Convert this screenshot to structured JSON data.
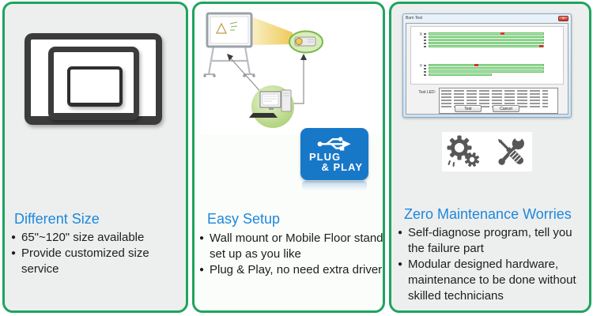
{
  "bullet_char": "●",
  "colors": {
    "panel_border": "#1ea45e",
    "heading_blue": "#1e87dc",
    "body_text": "#1d1d1d",
    "badge_blue": "#1878c8",
    "led_bar_green": "#9de49d",
    "icon_gray": "#575757"
  },
  "panels": [
    {
      "heading": "Different Size",
      "bullets": [
        "65\"~120\" size available",
        "Provide customized size service"
      ]
    },
    {
      "heading": "Easy Setup",
      "bullets": [
        "Wall mount or Mobile Floor stand set up as you like",
        "Plug & Play, no need extra driver"
      ]
    },
    {
      "heading": "Zero Maintenance Worries",
      "bullets": [
        "Self-diagnose program, tell you the failure part",
        "Modular designed hardware, maintenance to be done without skilled technicians"
      ]
    }
  ],
  "badge": {
    "line1": "PLUG",
    "line2": "& PLAY"
  },
  "software_window": {
    "title": "Burn Test",
    "close_glyph": "×",
    "groups": [
      {
        "label": "X",
        "bars": [
          {
            "w": 100,
            "marks": [
              62
            ]
          },
          {
            "w": 100,
            "marks": []
          },
          {
            "w": 100,
            "marks": []
          },
          {
            "w": 100,
            "marks": []
          },
          {
            "w": 100,
            "marks": [
              96
            ]
          }
        ]
      },
      {
        "label": "Y",
        "bars": [
          {
            "w": 100,
            "marks": [
              40
            ]
          },
          {
            "w": 100,
            "marks": []
          },
          {
            "w": 100,
            "marks": []
          },
          {
            "w": 55,
            "marks": []
          }
        ]
      }
    ],
    "test_led_label": "Test LED:",
    "log_line_count": 6,
    "buttons": [
      "Test",
      "Cancel"
    ]
  }
}
